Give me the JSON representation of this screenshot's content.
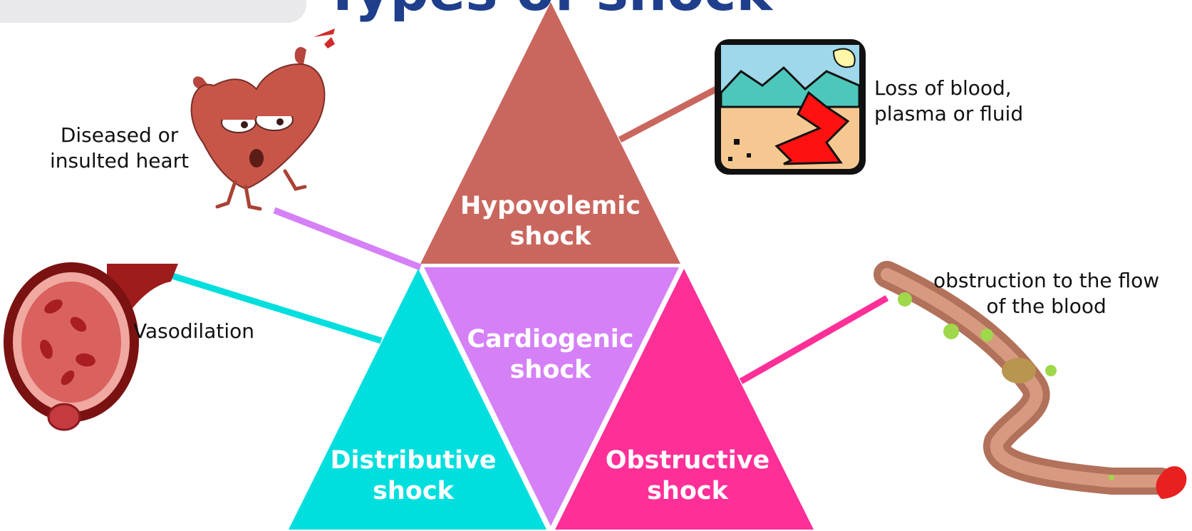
{
  "slide": {
    "title": "Types of shock"
  },
  "colors": {
    "hypovolemic": "#c9675f",
    "cardiogenic": "#d580f7",
    "distributive": "#00dede",
    "obstructive": "#ff2f98",
    "title": "#1f3f8c"
  },
  "shocks": {
    "hypovolemic": "Hypovolemic\nshock",
    "cardiogenic": "Cardiogenic\nshock",
    "distributive": "Distributive\nshock",
    "obstructive": "Obstructive\nshock"
  },
  "causes": {
    "hypovolemic": "Loss of blood,\nplasma or fluid",
    "cardiogenic": "Diseased or\ninsulted heart",
    "distributive": "Vasodilation",
    "obstructive": "obstruction to the flow\nof the blood"
  },
  "illustrations": {
    "hypovolemic": "bleeding-landscape-clipart",
    "cardiogenic": "sick-cartoon-heart",
    "distributive": "blood-vessel-cross-section",
    "obstructive": "clogged-artery-with-heart"
  }
}
